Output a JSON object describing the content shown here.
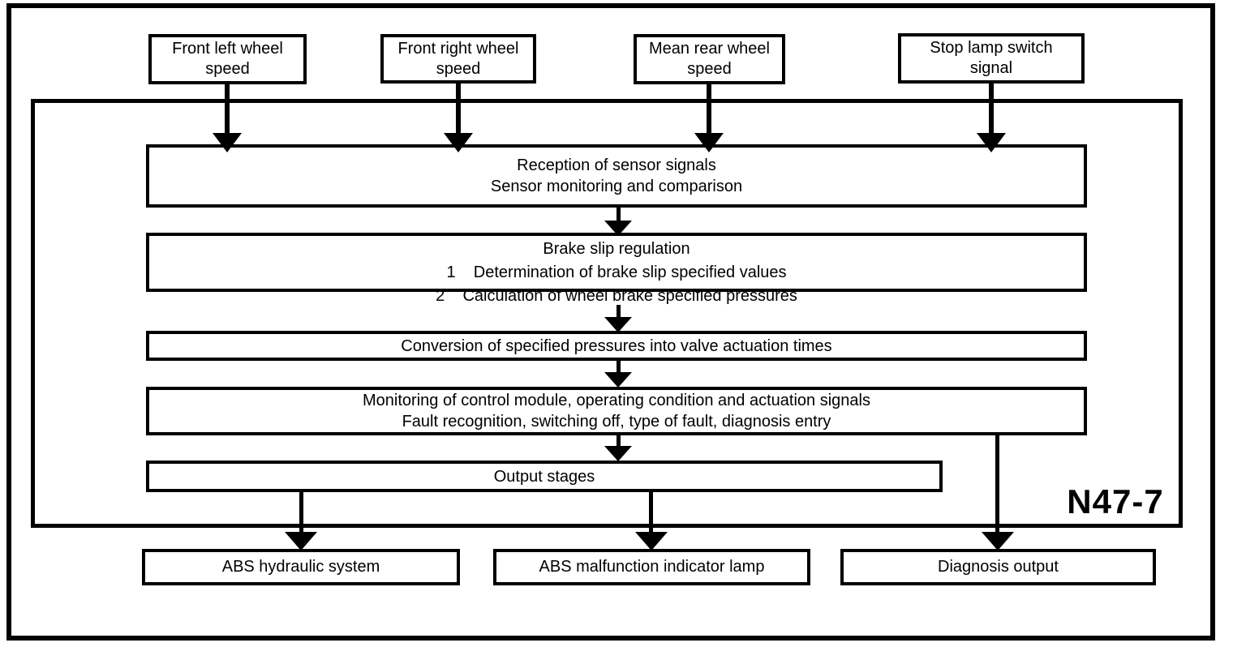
{
  "module": {
    "label": "N47-7",
    "stages": [
      {
        "id": "reception",
        "lines": [
          "Reception of sensor signals",
          "Sensor monitoring and comparison"
        ]
      },
      {
        "id": "brake-slip-regulation",
        "lines": [
          "Brake slip regulation",
          "1    Determination of brake slip specified values",
          "2    Calculation of wheel brake specified pressures"
        ]
      },
      {
        "id": "conversion",
        "lines": [
          "Conversion of specified pressures into valve actuation times"
        ]
      },
      {
        "id": "monitoring",
        "lines": [
          "Monitoring of control module, operating condition and actuation signals",
          "Fault recognition, switching off, type of fault, diagnosis entry"
        ]
      },
      {
        "id": "output-stages",
        "lines": [
          "Output stages"
        ]
      }
    ]
  },
  "inputs": [
    {
      "id": "front-left-wheel-speed",
      "label": "Front left wheel\nspeed"
    },
    {
      "id": "front-right-wheel-speed",
      "label": "Front right wheel\nspeed"
    },
    {
      "id": "mean-rear-wheel-speed",
      "label": "Mean rear wheel\nspeed"
    },
    {
      "id": "stop-lamp-switch-signal",
      "label": "Stop lamp switch\nsignal"
    }
  ],
  "outputs": [
    {
      "id": "abs-hydraulic-system",
      "label": "ABS hydraulic system"
    },
    {
      "id": "abs-malfunction-indicator-lamp",
      "label": "ABS malfunction indicator lamp"
    },
    {
      "id": "diagnosis-output",
      "label": "Diagnosis output"
    }
  ],
  "colors": {
    "line": "#000000",
    "background": "#ffffff"
  }
}
